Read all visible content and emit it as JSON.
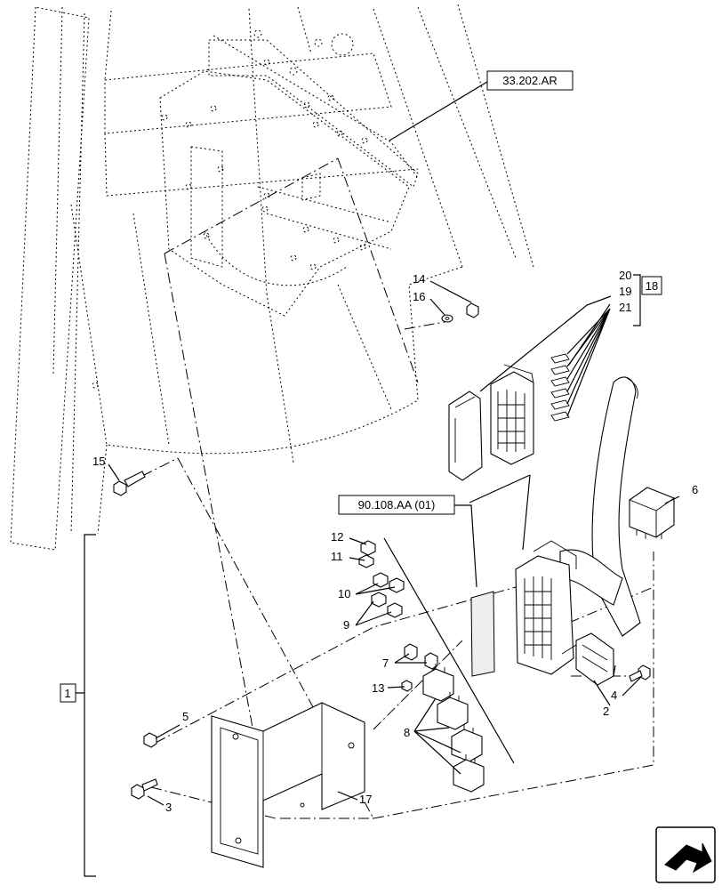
{
  "refs": {
    "ar": "33.202.AR",
    "aa": "90.108.AA (01)",
    "group1": "1",
    "group18": "18"
  },
  "callouts": {
    "c2": "2",
    "c3": "3",
    "c4": "4",
    "c5": "5",
    "c6": "6",
    "c7": "7",
    "c8": "8",
    "c9": "9",
    "c10": "10",
    "c11": "11",
    "c12": "12",
    "c13": "13",
    "c14": "14",
    "c15": "15",
    "c16": "16",
    "c17": "17",
    "c19": "19",
    "c20": "20",
    "c21": "21"
  },
  "icons": {
    "nav": "next-page-arrow-icon"
  }
}
